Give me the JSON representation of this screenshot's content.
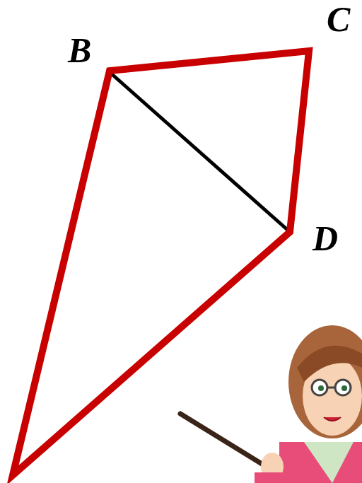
{
  "diagram": {
    "labels": [
      "B",
      "C",
      "D"
    ]
  }
}
